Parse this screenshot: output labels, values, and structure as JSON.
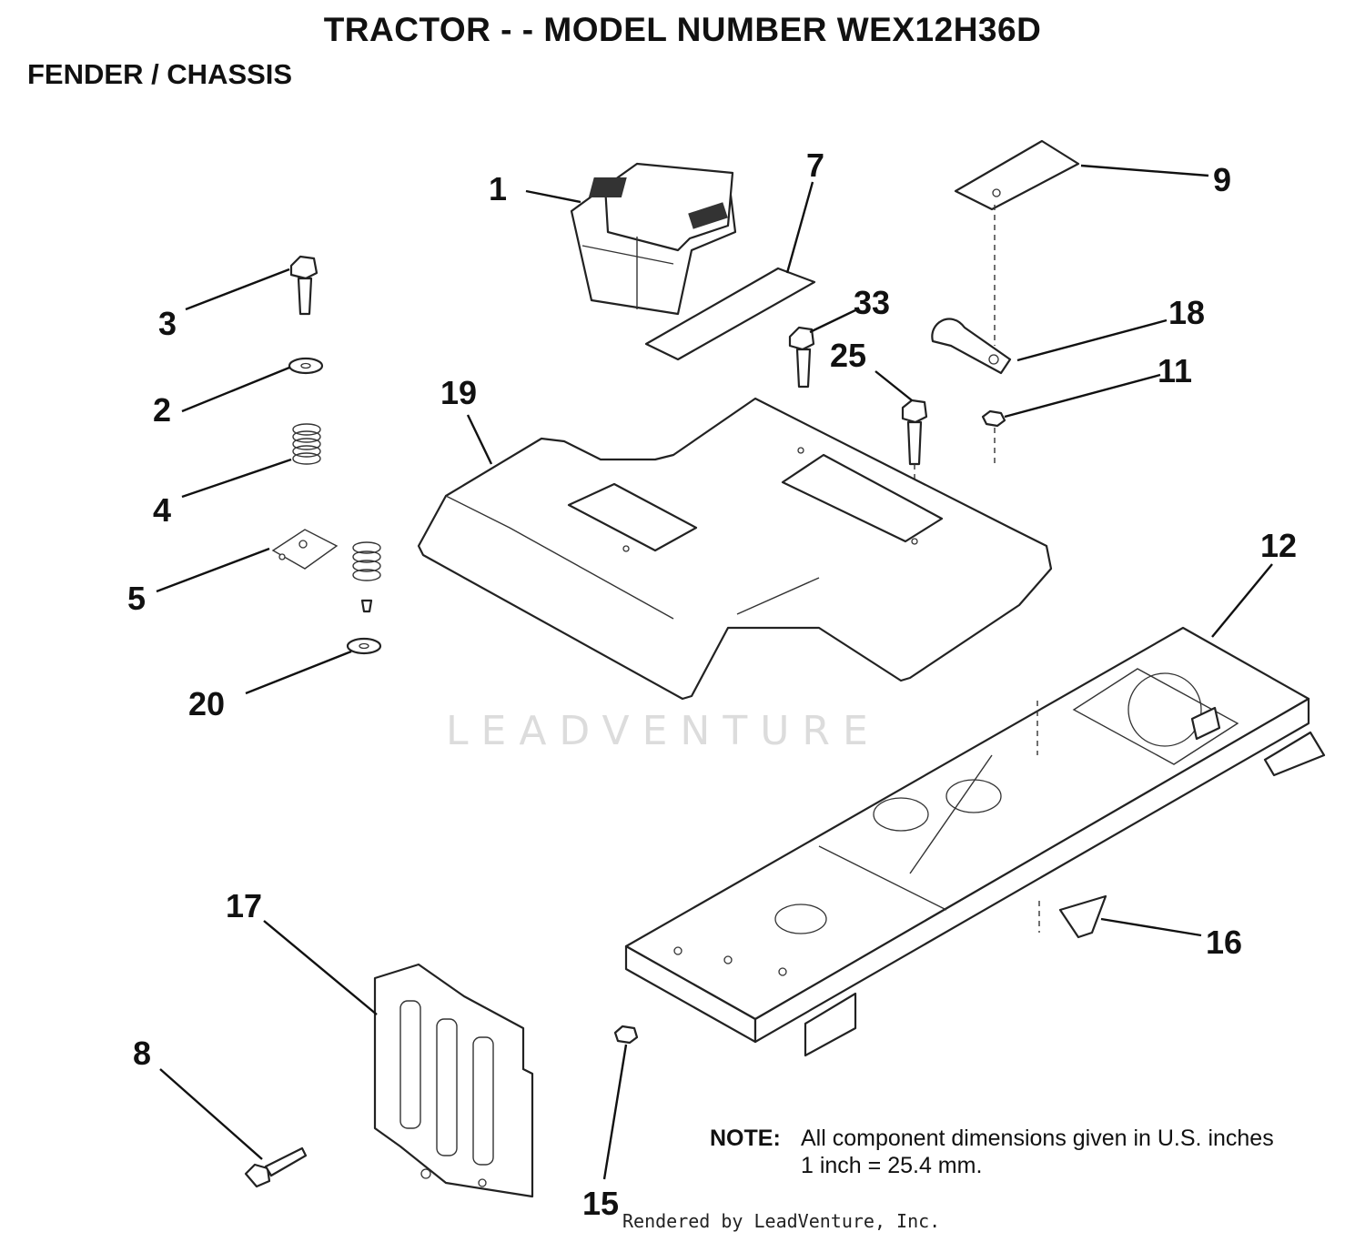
{
  "header": {
    "title": "TRACTOR - - MODEL NUMBER WEX12H36D",
    "subtitle": "FENDER / CHASSIS"
  },
  "callouts": {
    "c1": "1",
    "c2": "2",
    "c3": "3",
    "c4": "4",
    "c5": "5",
    "c7": "7",
    "c8": "8",
    "c9": "9",
    "c11": "11",
    "c12": "12",
    "c15": "15",
    "c16": "16",
    "c17": "17",
    "c18": "18",
    "c19": "19",
    "c20": "20",
    "c25": "25",
    "c33": "33"
  },
  "watermark": "LEADVENTURE",
  "note": {
    "label": "NOTE:",
    "line1": "All component dimensions given in U.S. inches",
    "line2": "1 inch = 25.4 mm."
  },
  "footer": "Rendered by LeadVenture, Inc."
}
